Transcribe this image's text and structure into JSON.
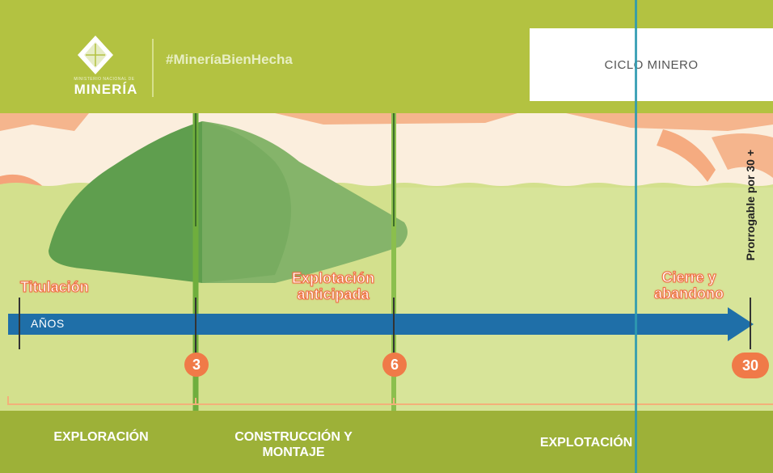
{
  "header": {
    "logo_sub": "MINISTERIO NACIONAL DE",
    "logo_word": "MINERÍA",
    "hashtag": "#MineríaBienHecha",
    "title": "CICLO MINERO"
  },
  "timeline": {
    "axis_label": "AÑOS",
    "years": [
      "3",
      "6",
      "30"
    ],
    "labels": {
      "titulacion": "Titulación",
      "anticipada": "Explotación\nanticipada",
      "cierre": "Cierre y\nabandono"
    },
    "extension_note": "Prorrogable por 30 +"
  },
  "phases": {
    "exploracion": "EXPLORACIÓN",
    "construccion": "CONSTRUCCIÓN Y\nMONTAJE",
    "explotacion": "EXPLOTACIÓN"
  },
  "colors": {
    "header_green": "#b3c241",
    "arrow_blue": "#1f6fa8",
    "accent_orange": "#f07a48",
    "mountain_green": "#5f9e4e",
    "bottom_green": "#9db138"
  }
}
